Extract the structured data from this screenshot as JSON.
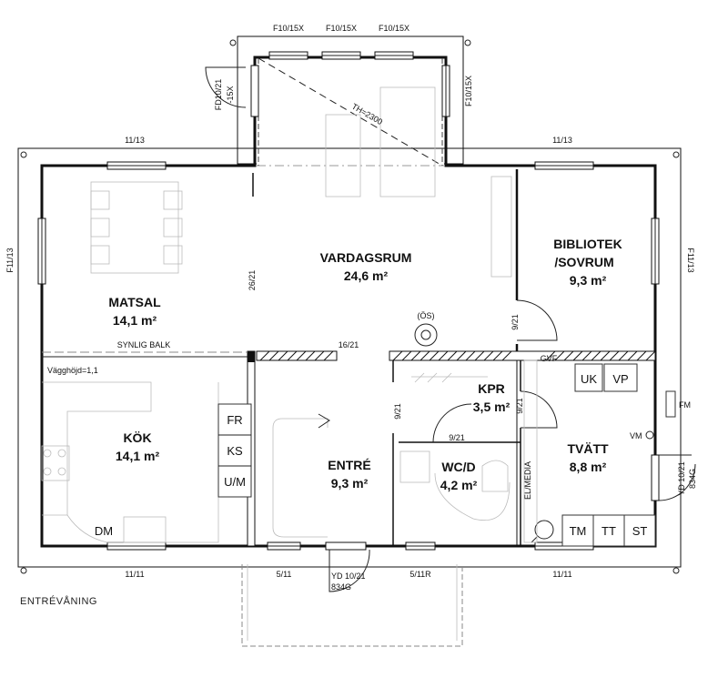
{
  "caption": "ENTRÉVÅNING",
  "rooms": {
    "vardagsrum": {
      "name": "VARDAGSRUM",
      "area": "24,6 m²"
    },
    "matsal": {
      "name": "MATSAL",
      "area": "14,1 m²"
    },
    "bibliotek": {
      "name1": "BIBLIOTEK",
      "name2": "/SOVRUM",
      "area": "9,3 m²"
    },
    "kok": {
      "name": "KÖK",
      "area": "14,1 m²"
    },
    "entre": {
      "name": "ENTRÉ",
      "area": "9,3 m²"
    },
    "kpr": {
      "name": "KPR",
      "area": "3,5 m²"
    },
    "wcd": {
      "name": "WC/D",
      "area": "4,2 m²"
    },
    "tvatt": {
      "name": "TVÄTT",
      "area": "8,8 m²"
    }
  },
  "windows": {
    "top1": "F10/15X",
    "top2": "F10/15X",
    "top3": "F10/15X",
    "bay_right": "F10/15X",
    "bay_door_1": "FD10/21",
    "bay_door_2": "-15X",
    "top_left": "11/13",
    "top_right": "11/13",
    "left": "F11/13",
    "right": "F11/13",
    "bottom_left": "11/11",
    "bottom_5_11": "5/11",
    "front_door_1": "YD 10/21",
    "front_door_2": "834G",
    "bottom_5_11r": "5/11R",
    "bottom_right": "11/11",
    "side_door_1": "YD 10/21",
    "side_door_2": "834G"
  },
  "dimensions": {
    "th": "TH=2300",
    "d26_21": "26/21",
    "d16_21": "16/21",
    "d9_21_bib": "9/21",
    "d9_21_kpr_left": "9/21",
    "d9_21_kpr_right": "9/21",
    "d9_21_wc": "9/21"
  },
  "notes": {
    "synlig_balk": "SYNLIG BALK",
    "vagghojd": "Vägghöjd=1,1",
    "os": "(ÖS)",
    "gvf": "GVF",
    "fm": "FM",
    "vm": "VM",
    "el_media": "EL/MEDIA"
  },
  "fixtures": {
    "fr": "FR",
    "ks": "KS",
    "um": "U/M",
    "dm": "DM",
    "uk": "UK",
    "vp": "VP",
    "tm": "TM",
    "tt": "TT",
    "st": "ST"
  }
}
